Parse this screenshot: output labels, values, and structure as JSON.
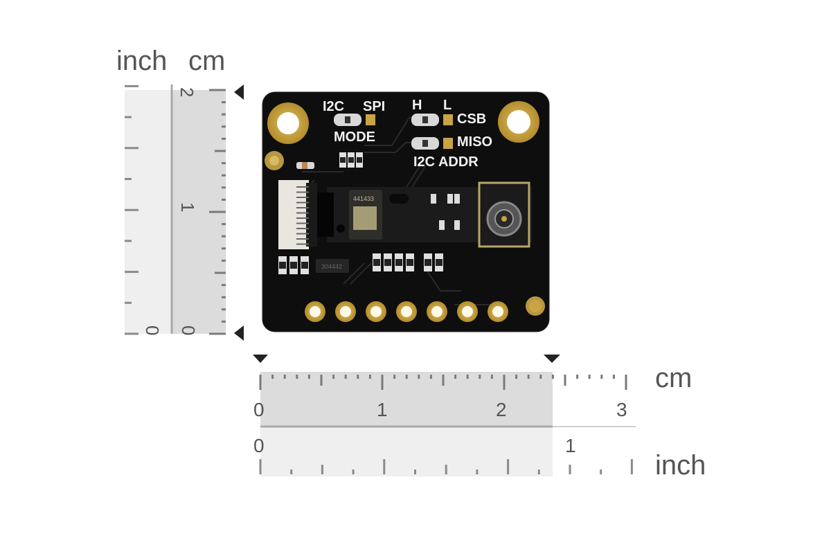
{
  "product": {
    "name": "sensor-breakout-board",
    "silkscreen": {
      "mode_left": "I2C",
      "mode_right": "SPI",
      "mode_label": "MODE",
      "csb_h": "H",
      "csb_l": "L",
      "csb_label": "CSB",
      "miso_label": "MISO",
      "addr_label": "I2C ADDR",
      "chip_code": "441433",
      "ic_code": "304442"
    },
    "header_pin_count": 7
  },
  "vertical_ruler": {
    "unit_inch": "inch",
    "unit_cm": "cm",
    "cm_labels": [
      "2",
      "1",
      "0"
    ],
    "inch_labels": [
      "0"
    ],
    "measured_cm": 2.0
  },
  "horizontal_ruler": {
    "unit_cm": "cm",
    "unit_inch": "inch",
    "cm_labels": [
      "0",
      "1",
      "2",
      "3"
    ],
    "inch_labels": [
      "0",
      "1"
    ],
    "measured_cm": 2.4
  },
  "colors": {
    "pcb": "#0e0e0e",
    "gold": "#c9a445",
    "ruler_dark": "#dcdcdc",
    "ruler_light": "#efefef",
    "tick": "#7a7a7a",
    "marker": "#222222"
  }
}
